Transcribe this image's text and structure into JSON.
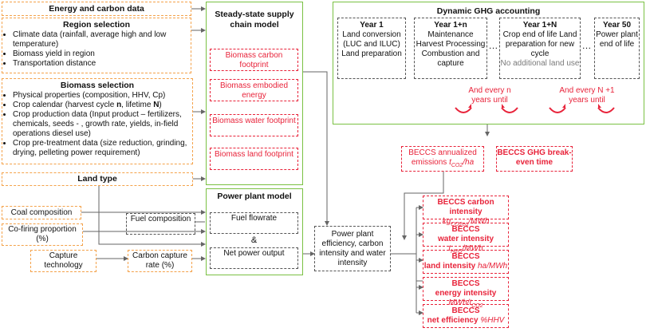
{
  "energy_carbon": "Energy and carbon data",
  "region": {
    "title": "Region selection",
    "items": [
      "Climate data (rainfall, average high and low temperature)",
      "Biomass yield in region",
      "Transportation distance"
    ]
  },
  "biomass": {
    "title": "Biomass selection",
    "item1": "Physical properties (composition, HHV, Cp)",
    "item2_a": "Crop calendar (harvest cycle ",
    "item2_n": "n",
    "item2_b": ", lifetime ",
    "item2_N": "N",
    "item2_c": ")",
    "item3": "Crop production data (Input product – fertilizers, chemicals, seeds - , growth rate, yields, in-field operations diesel use)",
    "item4": "Crop pre-treatment data (size reduction, grinding, drying, pelleting power requirement)"
  },
  "land_type": "Land type",
  "coal": "Coal composition",
  "cofiring": "Co-firing proportion (%)",
  "capture_tech": "Capture technology",
  "carbon_capture": "Carbon capture rate (%)",
  "fuel_comp": "Fuel composition",
  "supply": {
    "title": "Steady-state supply chain model",
    "outputs": [
      "Biomass carbon footprint",
      "Biomass embodied energy",
      "Biomass water footprint",
      "Biomass land footprint"
    ]
  },
  "power": {
    "title": "Power plant model",
    "fuel_flowrate": "Fuel flowrate",
    "amp": "&",
    "net_power": "Net power output"
  },
  "efficiency": "Power plant efficiency, carbon intensity and water intensity",
  "ghg": {
    "title": "Dynamic GHG accounting",
    "year1_title": "Year 1",
    "year1_text": "Land conversion (LUC and ILUC) Land preparation",
    "year1n_title": "Year 1+n",
    "year1n_text": "Maintenance Harvest Processing Combustion and capture",
    "year1N_title": "Year 1+N",
    "year1N_text": "Crop end of life Land preparation for new cycle",
    "year1N_gray": "No additional land use",
    "year50_title": "Year 50",
    "year50_text": "Power plant end of life",
    "dots": "…",
    "every_n": "And every n years until",
    "every_N": "And every N +1 years until"
  },
  "annualized": {
    "text": "BECCS annualized emissions ",
    "t": "t",
    "sub": "CO2",
    "unit": "/ha"
  },
  "breakeven": "BECCS GHG break-even time",
  "outputs": {
    "carbon": {
      "title": "BECCS carbon intensity",
      "unit_a": "kg",
      "unit_sub": "CO2eq",
      "unit_b": "/MWh"
    },
    "water": {
      "title": "BECCS",
      "title2": "water intensity ",
      "unit_a": "t",
      "unit_sub": "H2O",
      "unit_b": "/MWh"
    },
    "land": {
      "title": "BECCS",
      "title2": "land intensity ",
      "unit": "ha/MWh"
    },
    "energy": {
      "title": "BECCS",
      "title2": "energy intensity ",
      "unit_a": "MWh/t",
      "unit_sub": "CO2"
    },
    "net": {
      "title": "BECCS",
      "title2": "net efficiency ",
      "unit": "%HHV"
    }
  },
  "colors": {
    "orange": "#f4a24a",
    "green": "#7ac143",
    "red": "#e8233a",
    "gray": "#555555"
  }
}
